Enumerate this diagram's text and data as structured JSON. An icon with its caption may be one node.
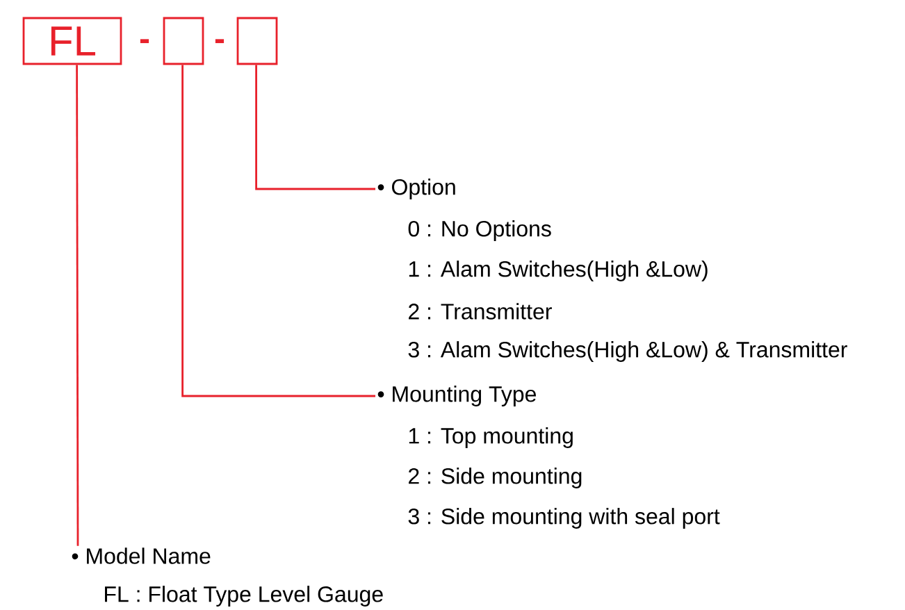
{
  "diagram": {
    "nodes": [
      {
        "text": [
          "FL"
        ]
      },
      {
        "text": [],
        "shape": "box"
      },
      {
        "text": [],
        "shape": "box"
      },
      {
        "text": [
          "• Option"
        ]
      },
      {
        "text": [
          "• Mounting Type"
        ]
      },
      {
        "text": [
          "• Model Name"
        ]
      }
    ],
    "edges": [
      {
        "from": 2,
        "to": 3,
        "arrow": "none"
      },
      {
        "from": 1,
        "to": 4,
        "arrow": "none"
      },
      {
        "from": 0,
        "to": 5,
        "arrow": "none"
      }
    ],
    "labels": [
      "-",
      "-",
      "0 : No Options",
      "1 : Alam Switches(High &Low)",
      "2 : Transmitter",
      "3 : Alam Switches(High &Low) & Transmitter",
      "1 : Top mounting",
      "2 : Side mounting",
      "3 : Side mounting with seal port",
      "FL : Float Type Level Gauge"
    ]
  }
}
